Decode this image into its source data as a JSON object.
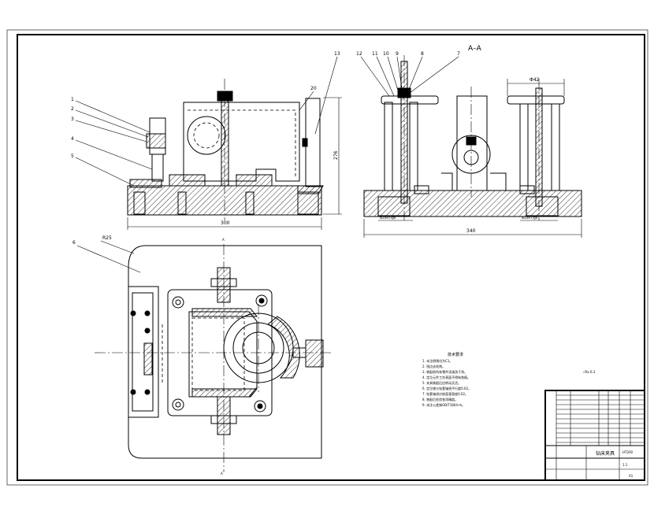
{
  "drawing": {
    "section_label": "A–A",
    "balloons": {
      "front": [
        "1",
        "2",
        "3",
        "4",
        "5"
      ],
      "front_top": "13",
      "front_mid": "20",
      "side": [
        "12",
        "11",
        "10",
        "9",
        "8",
        "7"
      ],
      "plan": "6"
    },
    "dimensions": {
      "front_width": "300",
      "front_height": "276",
      "side_top_width": "Φ42",
      "side_width": "340",
      "side_left_fit": "Φ20H7/g6",
      "side_right_fit": "Φ20H7/g6",
      "plan_radius": "R25",
      "section_arrow_top": "A",
      "section_arrow_bottom": "A"
    },
    "notes_title": "技术要求",
    "notes": [
      "1. 未注倒角均为C1。",
      "2. 锐边去毛刺。",
      "3. 装配前所有零件须清洗干净。",
      "4. 定位元件工作表面不得有划痕。",
      "5. 夹具装配后应转动灵活。",
      "6. 定位销与钻套轴线平行度0.02。",
      "7. 钻套轴线对底面垂直度0.02。",
      "8. 装配后检验各项精度。",
      "9. 未注公差按GB/T1804-m。"
    ],
    "roughness": "√Ra 6.3",
    "title_block": {
      "drawing_name": "钻床夹具",
      "material": "HT200",
      "scale": "1:1",
      "sheet": "A1"
    }
  }
}
